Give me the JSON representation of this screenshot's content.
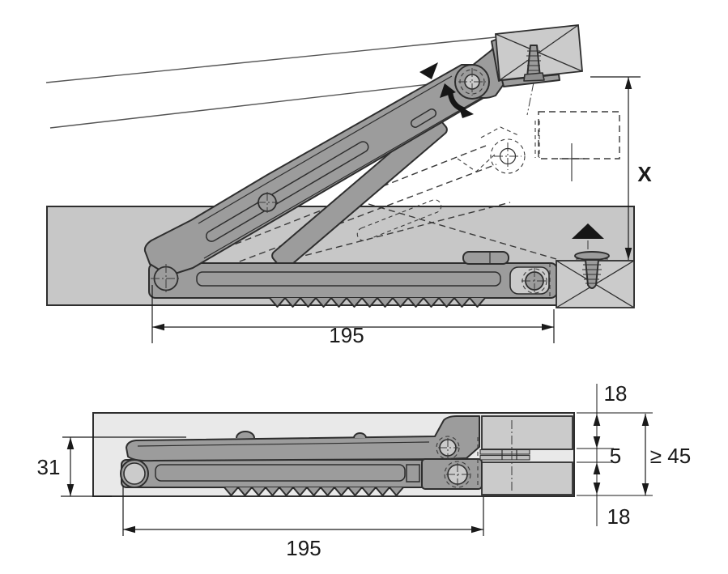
{
  "colors": {
    "bg": "#ffffff",
    "panel_top": "#c7c7c7",
    "panel_bottom": "#e9e9e9",
    "block": "#cbcbcb",
    "metal": "#9c9c9c",
    "metal_dark": "#8d8d8d",
    "plate": "#bdbdbd",
    "outline": "#2e2e2e",
    "lid_line": "#555555",
    "dash_line": "#3a3a3a",
    "dim_line": "#1a1a1a",
    "marker_black": "#161616"
  },
  "top_view": {
    "dim_length_label": "195",
    "dim_height_label": "X"
  },
  "bottom_view": {
    "dim_length_label": "195",
    "dim_fold_height_label": "31",
    "dim_top_panel_label": "18",
    "dim_gap_label": "5",
    "dim_bottom_panel_label": "18",
    "dim_total_label": "≥ 45"
  },
  "icons": {
    "rotation_arrow": "curved-double-arrow",
    "lid_direction_marker": "filled-triangle",
    "panel_direction_marker": "filled-triangle-up"
  }
}
